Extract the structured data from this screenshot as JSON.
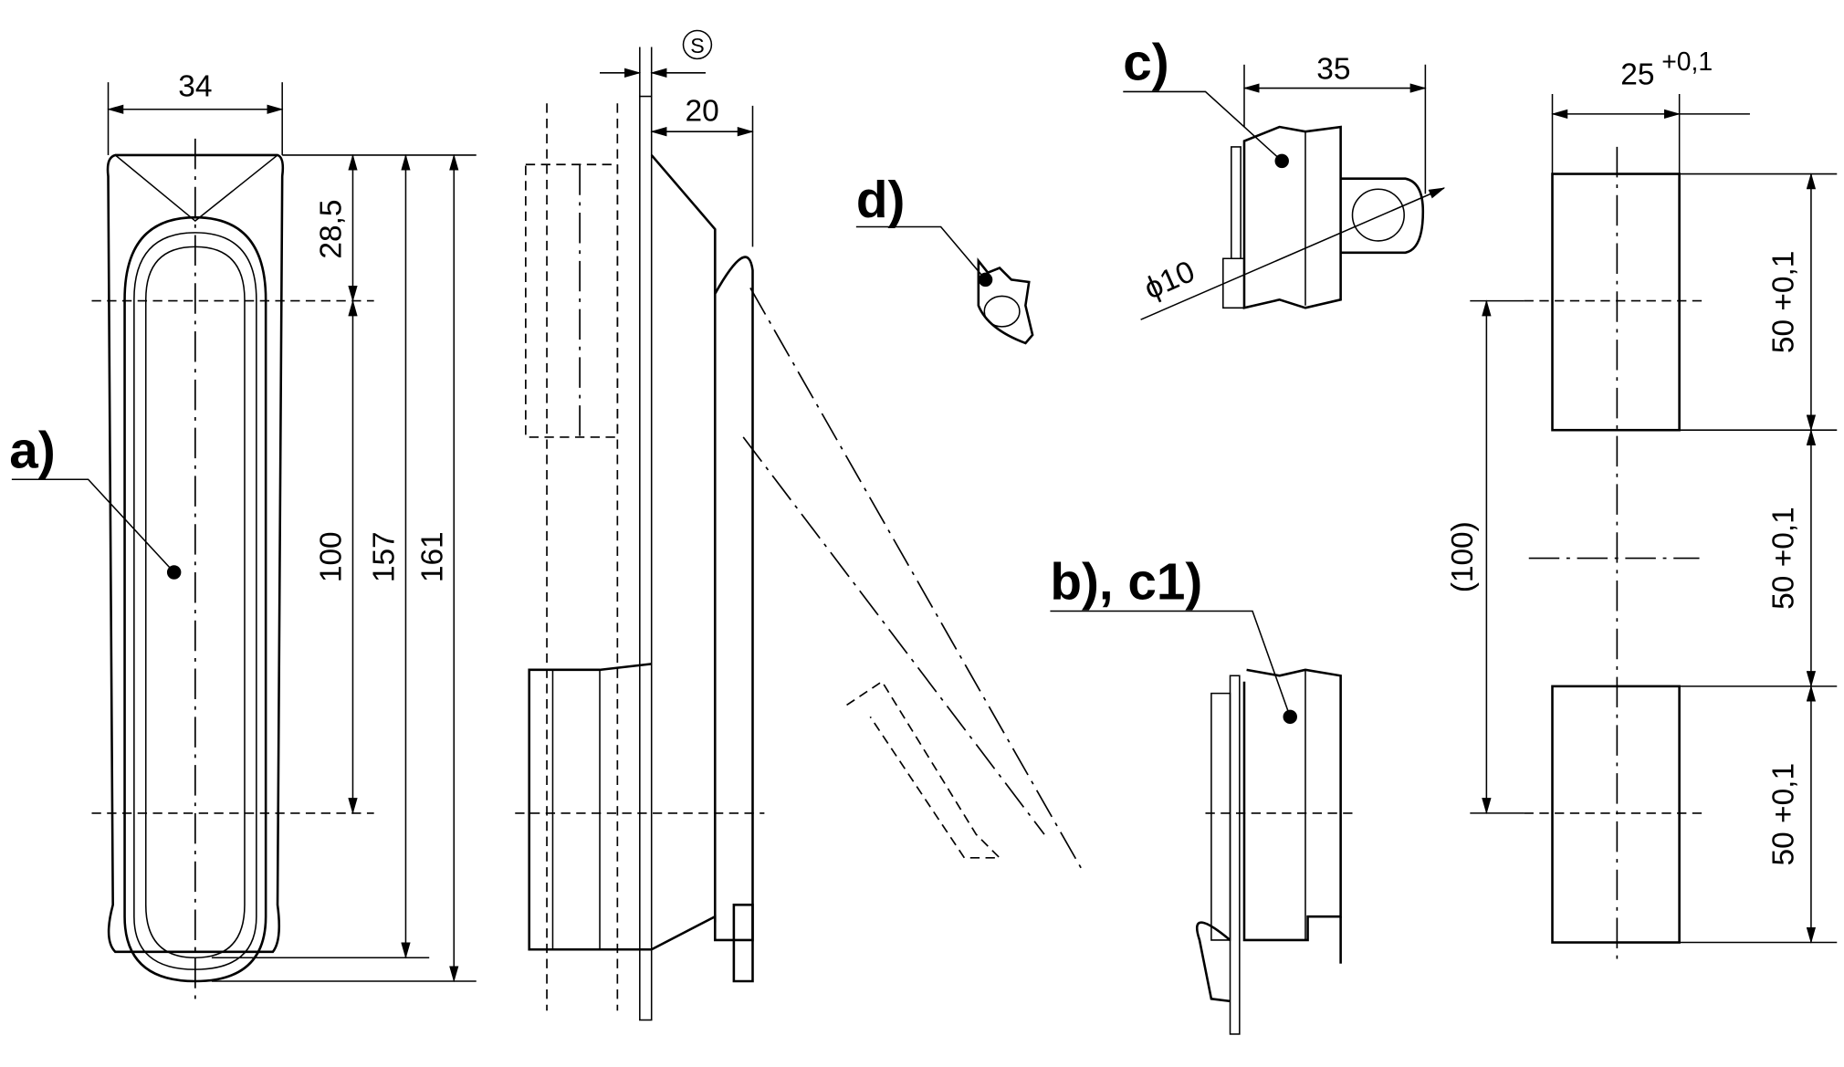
{
  "labels": {
    "a": "a)",
    "b_c1": "b), c1)",
    "c": "c)",
    "d": "d)"
  },
  "dimensions": {
    "width_34": "34",
    "depth_20": "20",
    "sheet_s": "S",
    "top_28_5": "28,5",
    "pitch_100": "100",
    "length_157": "157",
    "length_161": "161",
    "c_35": "35",
    "c_dia": "ϕ10",
    "cutout_width": "25",
    "cutout_width_tol": "+0,1",
    "cutout_h1": "50 +0,1",
    "cutout_h2": "50 +0,1",
    "cutout_h3": "50 +0,1",
    "ref_100": "(100)"
  }
}
